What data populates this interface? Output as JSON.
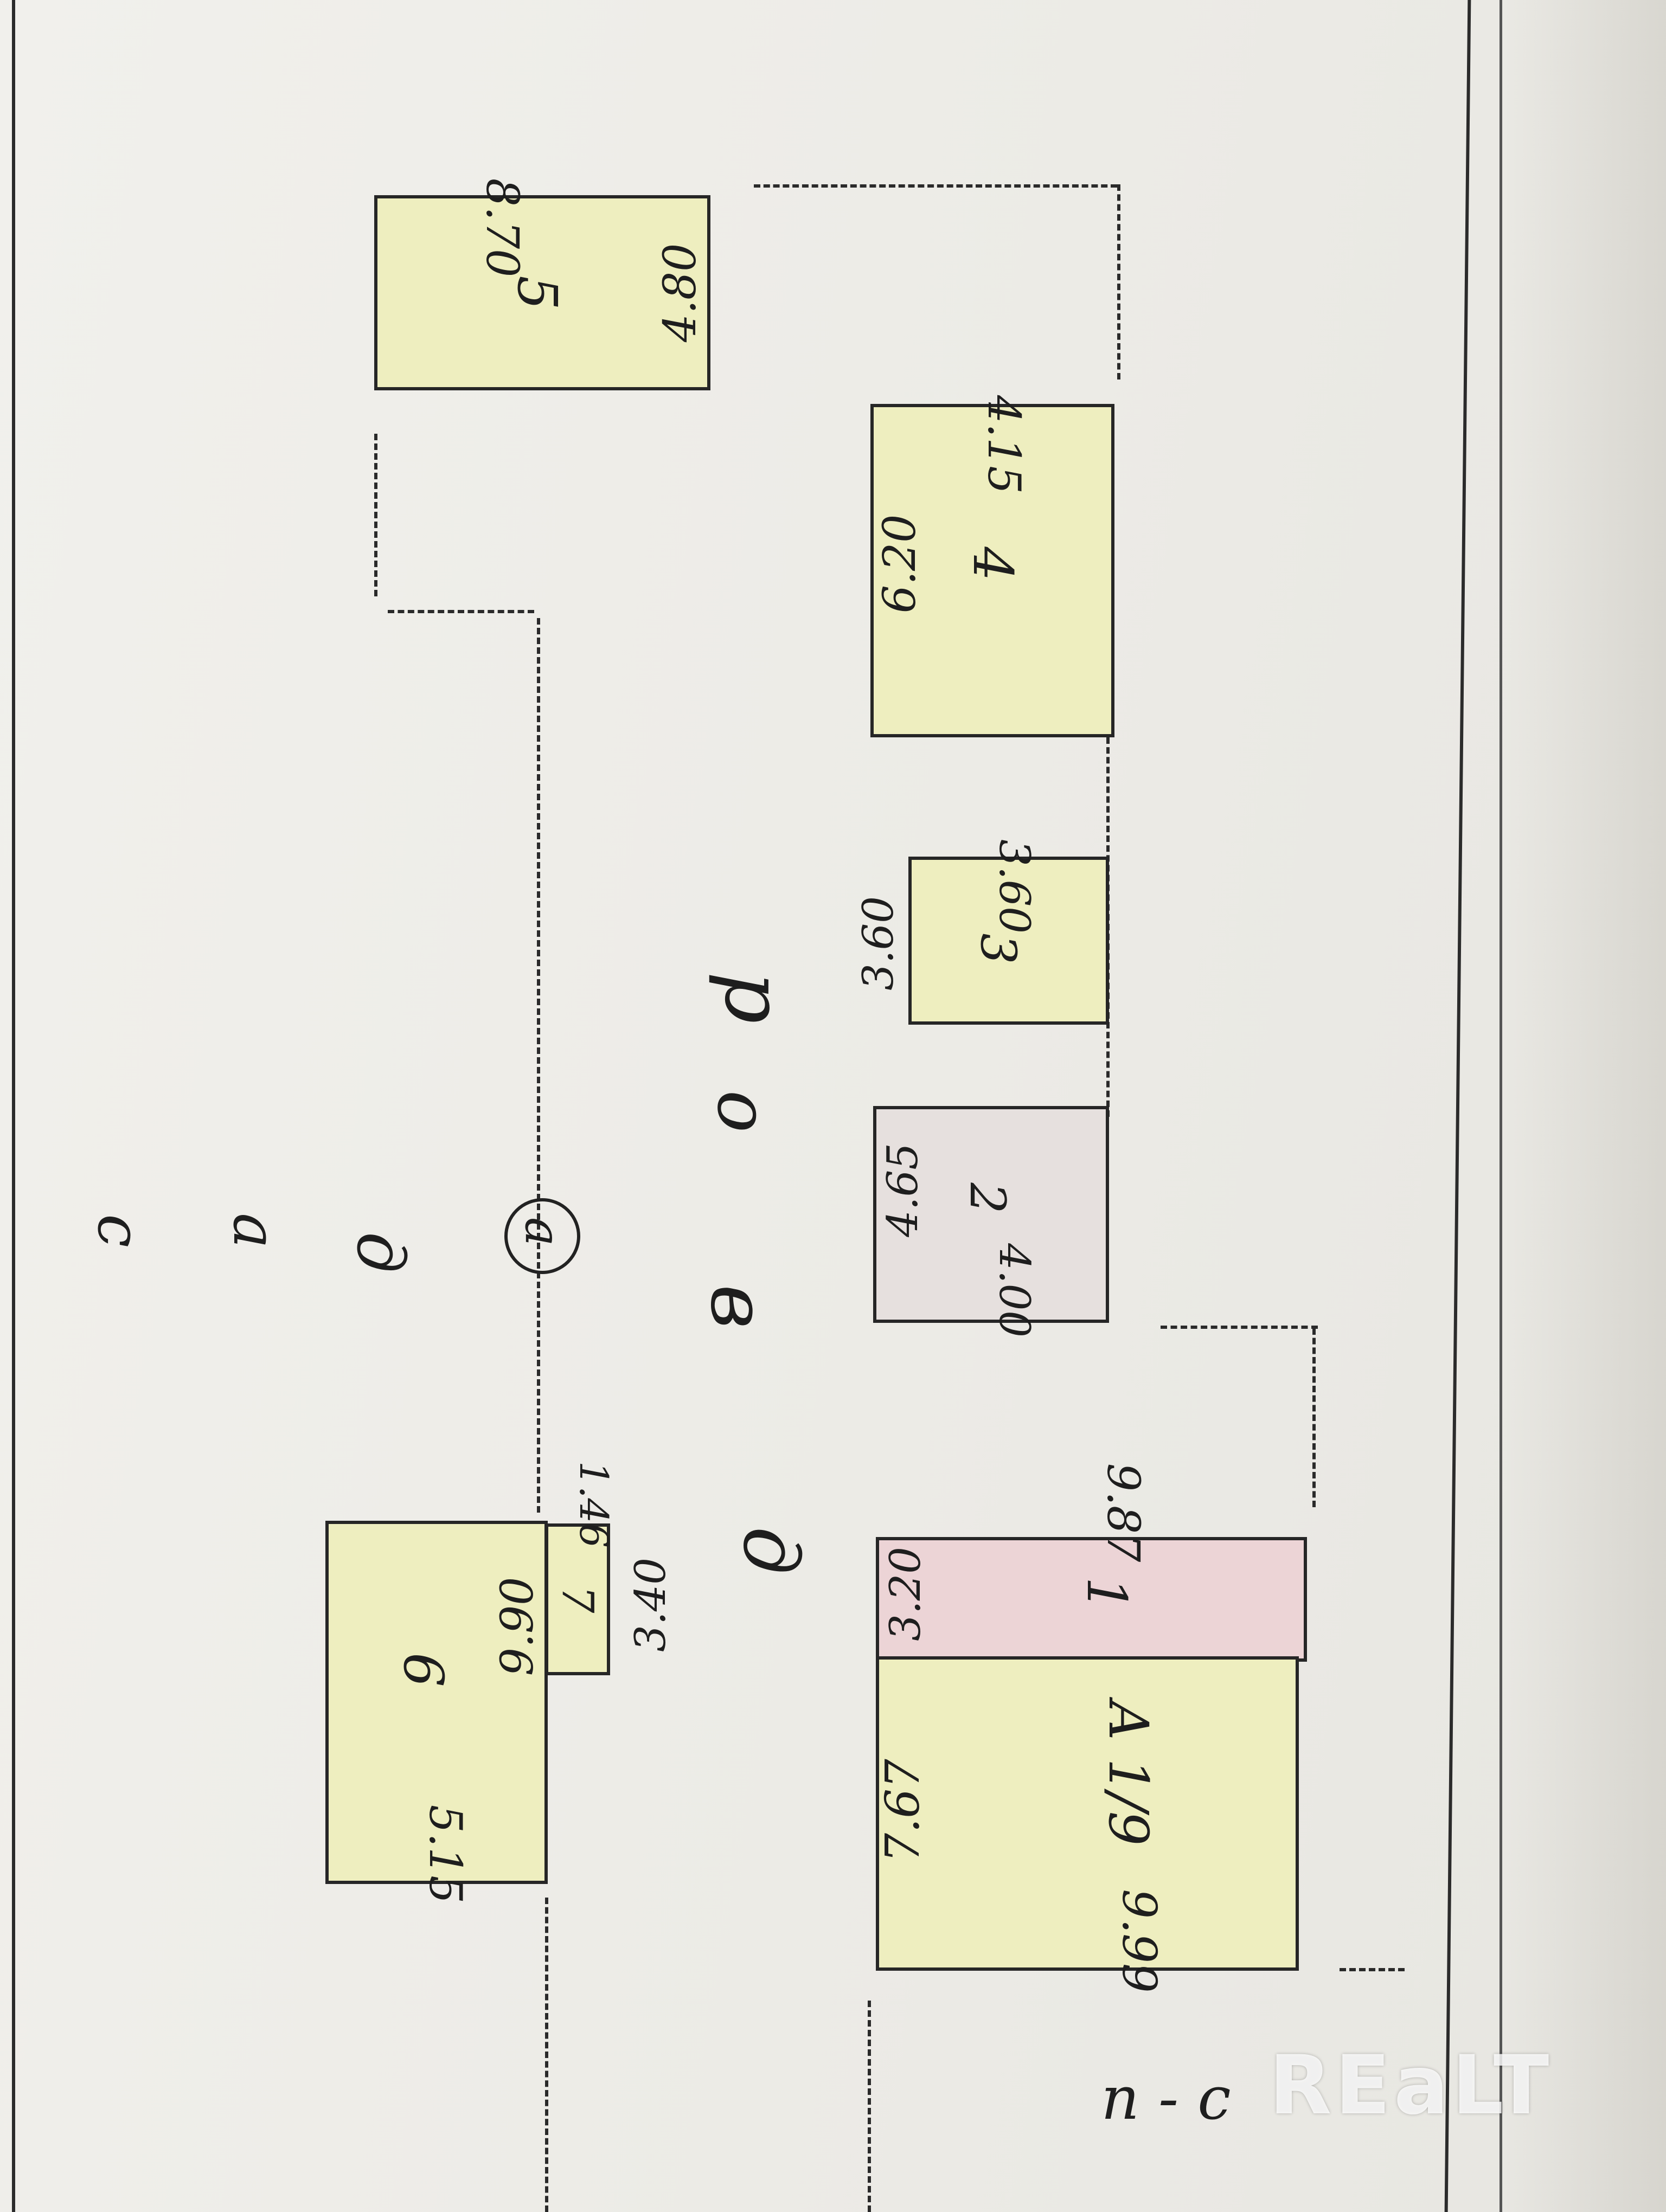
{
  "buildings": [
    {
      "id": "b5",
      "number": "5",
      "dim_a": "8.70",
      "dim_b": "4.80"
    },
    {
      "id": "b4",
      "number": "4",
      "dim_a": "4.15",
      "dim_b": "6.20"
    },
    {
      "id": "b3",
      "number": "3",
      "dim_a": "3.60",
      "dim_b": "3.60"
    },
    {
      "id": "b2",
      "number": "2",
      "dim_a": "4.00",
      "dim_b": "4.65"
    },
    {
      "id": "b1",
      "number": "1",
      "dim_a": "9.87",
      "dim_b": "3.20"
    },
    {
      "id": "bA",
      "number": "А 1/9",
      "dim_a": "9.99",
      "dim_b": "7.67"
    },
    {
      "id": "b6",
      "number": "6",
      "dim_a": "5.15",
      "dim_b": "9.90"
    },
    {
      "id": "b7",
      "number": "7",
      "dim_a": "1.46",
      "dim_b": "3.40"
    }
  ],
  "labels": {
    "yard_letters": [
      "д",
      "в",
      "о",
      "р"
    ],
    "street_letters": [
      "с",
      "а",
      "д"
    ],
    "circle_letter": "а",
    "corner_label": "п - с"
  },
  "watermark": "REaLT",
  "colors": {
    "yellow_fill": "#eeeebf",
    "pink_fill": "#ecd4d6",
    "grey_fill": "#e6e0de",
    "ink": "#262626"
  }
}
